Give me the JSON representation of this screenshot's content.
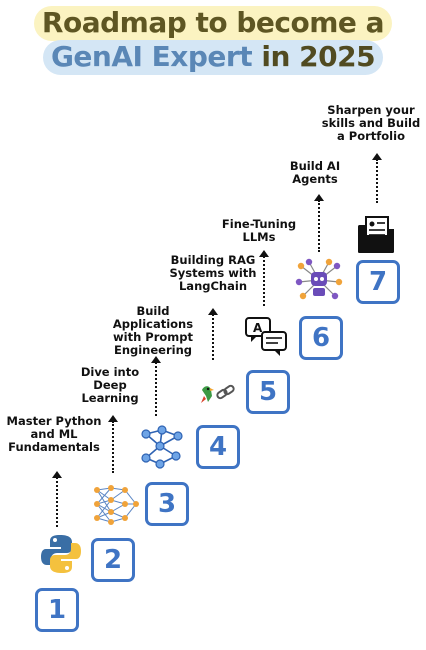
{
  "title": {
    "line1": "Roadmap to become a",
    "line2_highlight": "GenAI Expert",
    "line2_rest": " in 2025"
  },
  "steps": [
    {
      "number": "1",
      "label": ""
    },
    {
      "number": "2",
      "label": "Master Python\nand ML\nFundamentals"
    },
    {
      "number": "3",
      "label": "Dive into\nDeep\nLearning"
    },
    {
      "number": "4",
      "label": "Build\nApplications\nwith Prompt\nEngineering"
    },
    {
      "number": "5",
      "label": "Building RAG\nSystems with\nLangChain"
    },
    {
      "number": "6",
      "label": "Fine-Tuning\nLLMs"
    },
    {
      "number": "7",
      "label": "Build AI\nAgents"
    }
  ],
  "final_goal": "Sharpen your\nskills and Build\na Portfolio",
  "colors": {
    "step_blue": "#3f74c4",
    "title_yellow_bg": "#fbf3c1",
    "title_blue_bg": "#d4e6f5",
    "title_blue_text": "#5a87b6",
    "title_dark_text": "#5e5623"
  },
  "icons": [
    "python-icon",
    "neural-network-icon",
    "node-graph-icon",
    "parrot-chain-icon",
    "chat-translate-icon",
    "robot-agent-icon",
    "portfolio-folder-icon"
  ]
}
